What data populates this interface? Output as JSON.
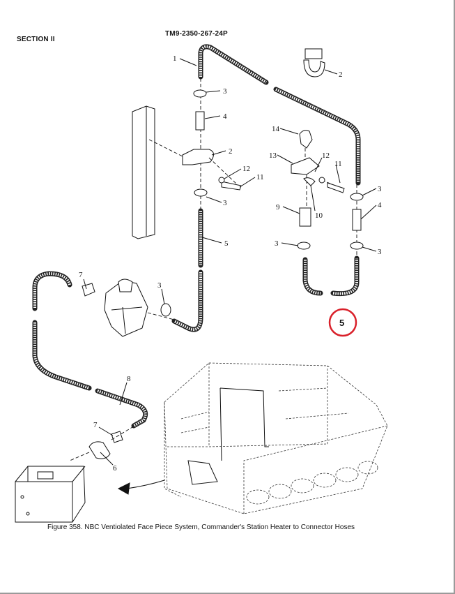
{
  "header": {
    "section": "SECTION II",
    "doc_number": "TM9-2350-267-24P"
  },
  "figure": {
    "caption": "Figure 358. NBC Ventiolated Face Piece System, Commander's Station Heater to Connector Hoses"
  },
  "callouts": {
    "c1": "1",
    "c2a": "2",
    "c2b": "2",
    "c3a": "3",
    "c3b": "3",
    "c3c": "3",
    "c3d": "3",
    "c3e": "3",
    "c3f": "3",
    "c4a": "4",
    "c4b": "4",
    "c5a": "5",
    "c5b": "5",
    "c6": "6",
    "c7a": "7",
    "c7b": "7",
    "c8": "8",
    "c9": "9",
    "c10": "10",
    "c11a": "11",
    "c11b": "11",
    "c12a": "12",
    "c12b": "12",
    "c13": "13",
    "c14": "14"
  },
  "highlight": {
    "color": "#d9202a"
  }
}
